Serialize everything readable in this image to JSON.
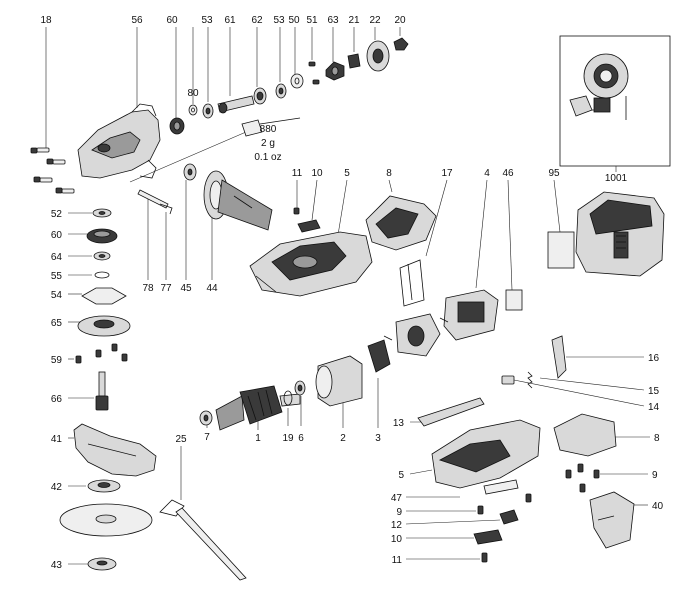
{
  "callouts": {
    "c18": "18",
    "c56": "56",
    "c60": "60",
    "c53": "53",
    "c61": "61",
    "c62": "62",
    "c53b": "53",
    "c50": "50",
    "c51": "51",
    "c63": "63",
    "c21": "21",
    "c22": "22",
    "c20": "20",
    "c80": "80",
    "c880": "880",
    "c11": "11",
    "c10": "10",
    "c5": "5",
    "c8": "8",
    "c17": "17",
    "c4": "4",
    "c46": "46",
    "c95": "95",
    "c1001": "1001",
    "c52": "52",
    "c60b": "60",
    "c64": "64",
    "c55": "55",
    "c54": "54",
    "c65": "65",
    "c59": "59",
    "c66": "66",
    "c41": "41",
    "c42": "42",
    "c43": "43",
    "c78": "78",
    "c77": "77",
    "c45": "45",
    "c44": "44",
    "c25": "25",
    "c7": "7",
    "c1": "1",
    "c19": "19",
    "c6": "6",
    "c2": "2",
    "c3": "3",
    "c16": "16",
    "c15": "15",
    "c14": "14",
    "c13": "13",
    "c5b": "5",
    "c8b": "8",
    "c9": "9",
    "c47": "47",
    "c9b": "9",
    "c12": "12",
    "c10b": "10",
    "c11b": "11",
    "c40": "40"
  },
  "grease_note": {
    "amount": "2 g",
    "ounces": "0.1 oz"
  }
}
